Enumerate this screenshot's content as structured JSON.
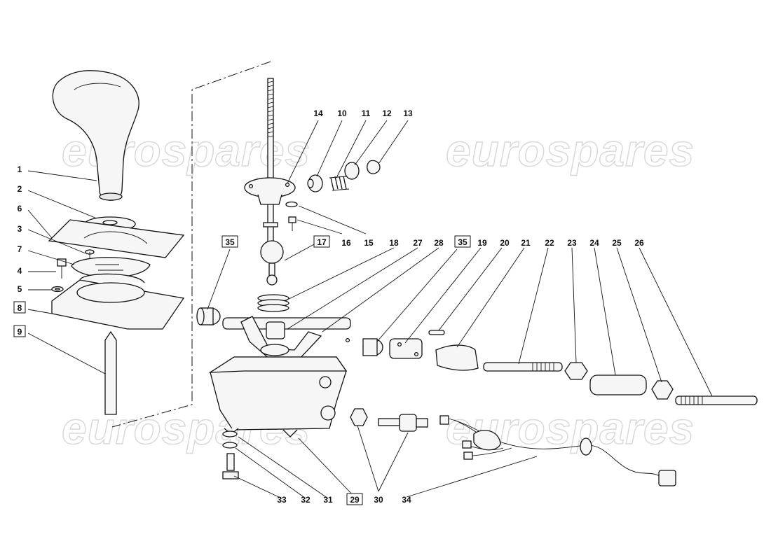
{
  "watermark": {
    "text": "eurospares",
    "color": "#d9d9d9"
  },
  "callouts": [
    {
      "id": "c1",
      "label": "1",
      "boxed": false
    },
    {
      "id": "c2",
      "label": "2",
      "boxed": false
    },
    {
      "id": "c3",
      "label": "3",
      "boxed": false
    },
    {
      "id": "c4",
      "label": "4",
      "boxed": false
    },
    {
      "id": "c5",
      "label": "5",
      "boxed": false
    },
    {
      "id": "c6",
      "label": "6",
      "boxed": false
    },
    {
      "id": "c7",
      "label": "7",
      "boxed": false
    },
    {
      "id": "c8",
      "label": "8",
      "boxed": true
    },
    {
      "id": "c9",
      "label": "9",
      "boxed": true
    },
    {
      "id": "c10",
      "label": "10",
      "boxed": false
    },
    {
      "id": "c11",
      "label": "11",
      "boxed": false
    },
    {
      "id": "c12",
      "label": "12",
      "boxed": false
    },
    {
      "id": "c13",
      "label": "13",
      "boxed": false
    },
    {
      "id": "c14",
      "label": "14",
      "boxed": false
    },
    {
      "id": "c15",
      "label": "15",
      "boxed": false
    },
    {
      "id": "c16",
      "label": "16",
      "boxed": false
    },
    {
      "id": "c17",
      "label": "17",
      "boxed": true
    },
    {
      "id": "c18",
      "label": "18",
      "boxed": false
    },
    {
      "id": "c19",
      "label": "19",
      "boxed": false
    },
    {
      "id": "c20",
      "label": "20",
      "boxed": false
    },
    {
      "id": "c21",
      "label": "21",
      "boxed": false
    },
    {
      "id": "c22",
      "label": "22",
      "boxed": false
    },
    {
      "id": "c23",
      "label": "23",
      "boxed": false
    },
    {
      "id": "c24",
      "label": "24",
      "boxed": false
    },
    {
      "id": "c25",
      "label": "25",
      "boxed": false
    },
    {
      "id": "c26",
      "label": "26",
      "boxed": false
    },
    {
      "id": "c27",
      "label": "27",
      "boxed": false
    },
    {
      "id": "c28",
      "label": "28",
      "boxed": false
    },
    {
      "id": "c29",
      "label": "29",
      "boxed": true
    },
    {
      "id": "c30",
      "label": "30",
      "boxed": false
    },
    {
      "id": "c31",
      "label": "31",
      "boxed": false
    },
    {
      "id": "c32",
      "label": "32",
      "boxed": false
    },
    {
      "id": "c33",
      "label": "33",
      "boxed": false
    },
    {
      "id": "c34",
      "label": "34",
      "boxed": false
    },
    {
      "id": "c35a",
      "label": "35",
      "boxed": true
    },
    {
      "id": "c35b",
      "label": "35",
      "boxed": true
    }
  ]
}
